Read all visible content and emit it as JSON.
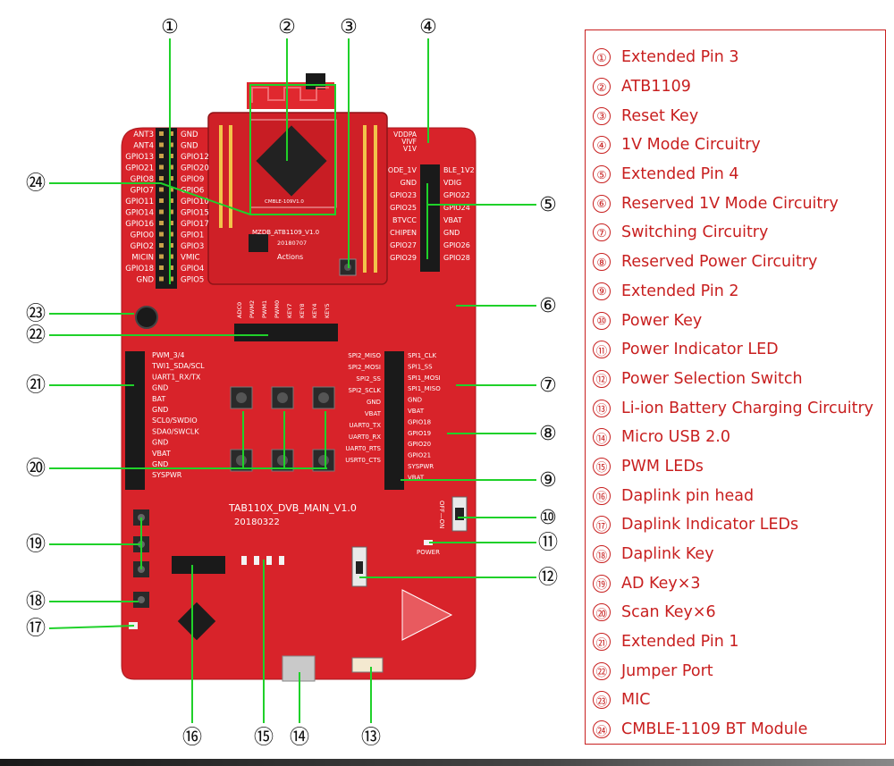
{
  "callouts": [
    {
      "num": "①",
      "label": "Extended Pin 3"
    },
    {
      "num": "②",
      "label": "ATB1109"
    },
    {
      "num": "③",
      "label": "Reset Key"
    },
    {
      "num": "④",
      "label": "1V  Mode Circuitry"
    },
    {
      "num": "⑤",
      "label": "Extended Pin 4"
    },
    {
      "num": "⑥",
      "label": "Reserved 1V Mode Circuitry"
    },
    {
      "num": "⑦",
      "label": "Switching Circuitry"
    },
    {
      "num": "⑧",
      "label": "Reserved Power Circuitry"
    },
    {
      "num": "⑨",
      "label": "Extended Pin 2"
    },
    {
      "num": "⑩",
      "label": "Power Key"
    },
    {
      "num": "⑪",
      "label": "Power Indicator LED"
    },
    {
      "num": "⑫",
      "label": "Power Selection Switch"
    },
    {
      "num": "⑬",
      "label": "Li-ion Battery Charging Circuitry"
    },
    {
      "num": "⑭",
      "label": "Micro USB 2.0"
    },
    {
      "num": "⑮",
      "label": "PWM LEDs"
    },
    {
      "num": "⑯",
      "label": "Daplink pin head"
    },
    {
      "num": "⑰",
      "label": "Daplink Indicator LEDs"
    },
    {
      "num": "⑱",
      "label": "Daplink Key"
    },
    {
      "num": "⑲",
      "label": "AD Key×3"
    },
    {
      "num": "⑳",
      "label": "Scan Key×6"
    },
    {
      "num": "㉑",
      "label": "Extended Pin 1"
    },
    {
      "num": "㉒",
      "label": "Jumper Port"
    },
    {
      "num": "㉓",
      "label": "MIC"
    },
    {
      "num": "㉔",
      "label": "CMBLE-1109 BT Module"
    }
  ],
  "board": {
    "left_header_labels": [
      "ANT3",
      "ANT4",
      "GPIO13",
      "GPIO21",
      "GPIO8",
      "GPIO7",
      "GPIO11",
      "GPIO14",
      "GPIO16",
      "GPIO0",
      "GPIO2",
      "MICIN",
      "GPIO18",
      "GND"
    ],
    "left_header_labels_right": [
      "GND",
      "GND",
      "GPIO12",
      "GPIO20",
      "GPIO9",
      "GPIO6",
      "GPIO10",
      "GPIO15",
      "GPIO17",
      "GPIO1",
      "GPIO3",
      "VMIC",
      "GPIO4",
      "GPIO5"
    ],
    "module_label": "MZDB_ATB1109_V1.0",
    "module_date": "20180707",
    "module_brand": "Actions",
    "bt_chip_label": "CMBLE-109V1.0",
    "right_header_top": [
      "VDDPA",
      "VIVF",
      "V1V"
    ],
    "right_header_left": [
      "ODE_1V",
      "GND",
      "GPIO23",
      "GPIO25",
      "BTVCC",
      "CHIPEN",
      "GPIO27",
      "GPIO29"
    ],
    "right_header_right": [
      "BLE_1V2",
      "VDIG",
      "GPIO22",
      "GPIO24",
      "VBAT",
      "GND",
      "GPIO26",
      "GPIO28"
    ],
    "jumper_labels_top": [
      "ADC0",
      "PWM2",
      "PWM1",
      "PWM0",
      "KEY7",
      "KEY8",
      "KEY4",
      "KEY5"
    ],
    "left_ext_labels": [
      "PWM_3/4",
      "TWI1_SDA/SCL",
      "UART1_RX/TX",
      "GND",
      "BAT",
      "GND",
      "SCL0/SWDIO",
      "SDA0/SWCLK",
      "GND",
      "VBAT",
      "GND",
      "SYSPWR"
    ],
    "right_ext_labels_left": [
      "SPI2_MISO",
      "SPI2_MOSI",
      "SPI2_SS",
      "SPI2_SCLK",
      "GND",
      "VBAT",
      "UART0_TX",
      "UART0_RX",
      "UART0_RTS",
      "USRT0_CTS"
    ],
    "right_ext_labels_right": [
      "SPI1_CLK",
      "SPI1_SS",
      "SPI1_MOSI",
      "SPI1_MISO",
      "GND",
      "VBAT",
      "GPIO18",
      "GPIO19",
      "GPIO20",
      "GPIO21",
      "SYSPWR",
      "VBAT"
    ],
    "board_name": "TAB110X_DVB_MAIN_V1.0",
    "board_date": "20180322",
    "power_label": "POWER",
    "onoff_label": "OFF—ON"
  },
  "colors": {
    "pcb_red": "#d8232a",
    "pcb_dark": "#b81b21",
    "accent_red": "#c81f1f",
    "callout_line": "#1fd12a"
  }
}
